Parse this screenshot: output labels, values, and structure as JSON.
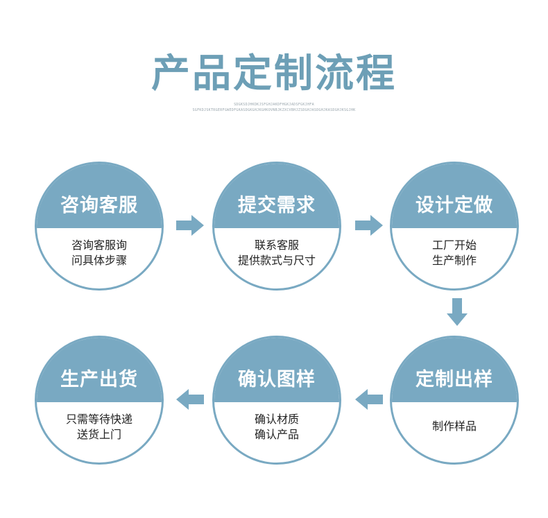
{
  "title": "产品定制流程",
  "subtitle_lines": [
    "SDGKSDJHKDKJSFGHJAKDFHGKJADSFGKJHFA",
    "SGFKDJSKTRGERFGWEDFGKASDGKGHJKGHKOVNBJKZXCVBHJZSDGHJASDGHJKASDGHJKSGJHK"
  ],
  "colors": {
    "accent": "#79a9c2",
    "title": "#6d9fb6",
    "text": "#222222"
  },
  "steps": [
    {
      "title": "咨询客服",
      "desc": [
        "咨询客服询",
        "问具体步骤"
      ]
    },
    {
      "title": "提交需求",
      "desc": [
        "联系客服",
        "提供款式与尺寸"
      ]
    },
    {
      "title": "设计定做",
      "desc": [
        "工厂开始",
        "生产制作"
      ]
    },
    {
      "title": "定制出样",
      "desc": [
        "制作样品"
      ]
    },
    {
      "title": "确认图样",
      "desc": [
        "确认材质",
        "确认产品"
      ]
    },
    {
      "title": "生产出货",
      "desc": [
        "只需等待快递",
        "送货上门"
      ]
    }
  ]
}
